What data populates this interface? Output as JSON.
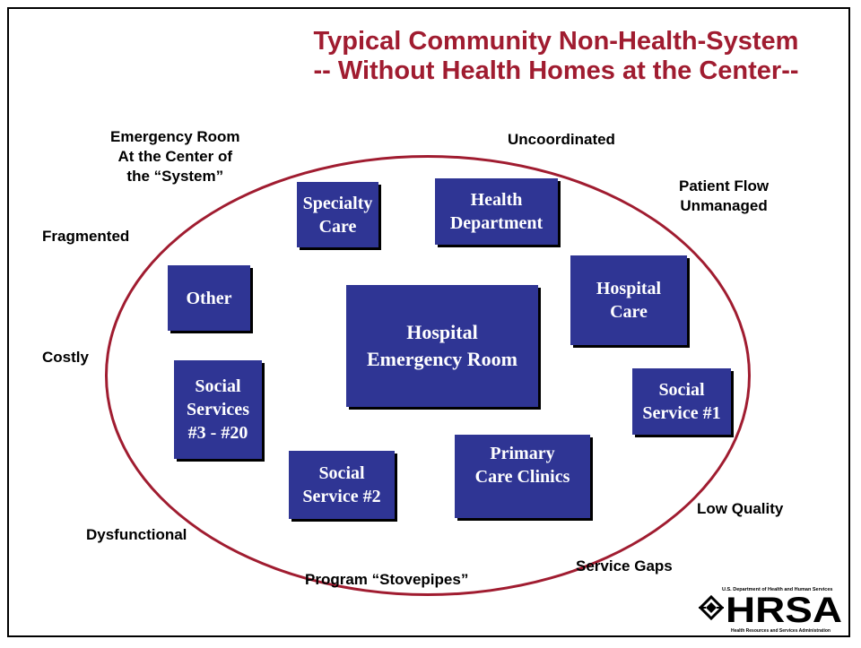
{
  "title": {
    "line1": "Typical Community Non-Health-System",
    "line2": "-- Without Health Homes at the Center--"
  },
  "labels": {
    "emergency_room_center": "Emergency Room\nAt the Center of\nthe “System”",
    "uncoordinated": "Uncoordinated",
    "patient_flow": "Patient Flow\nUnmanaged",
    "fragmented": "Fragmented",
    "costly": "Costly",
    "low_quality": "Low Quality",
    "dysfunctional": "Dysfunctional",
    "service_gaps": "Service Gaps",
    "stovepipes": "Program “Stovepipes”"
  },
  "boxes": {
    "specialty_care": "Specialty\nCare",
    "health_department": "Health\nDepartment",
    "other": "Other",
    "hospital_er": "Hospital\nEmergency Room",
    "hospital_care": "Hospital\nCare",
    "social_services_3_20": "Social\nServices\n#3 - #20",
    "social_service_1": "Social\nService #1",
    "social_service_2": "Social\nService #2",
    "primary_care": "Primary\nCare Clinics"
  },
  "logo": {
    "top_text": "U.S. Department of Health and Human Services",
    "name": "HRSA",
    "bottom_text": "Health Resources and Services Administration"
  },
  "colors": {
    "title": "#a01c30",
    "ellipse": "#a01c30",
    "box_fill": "#2f3594"
  }
}
